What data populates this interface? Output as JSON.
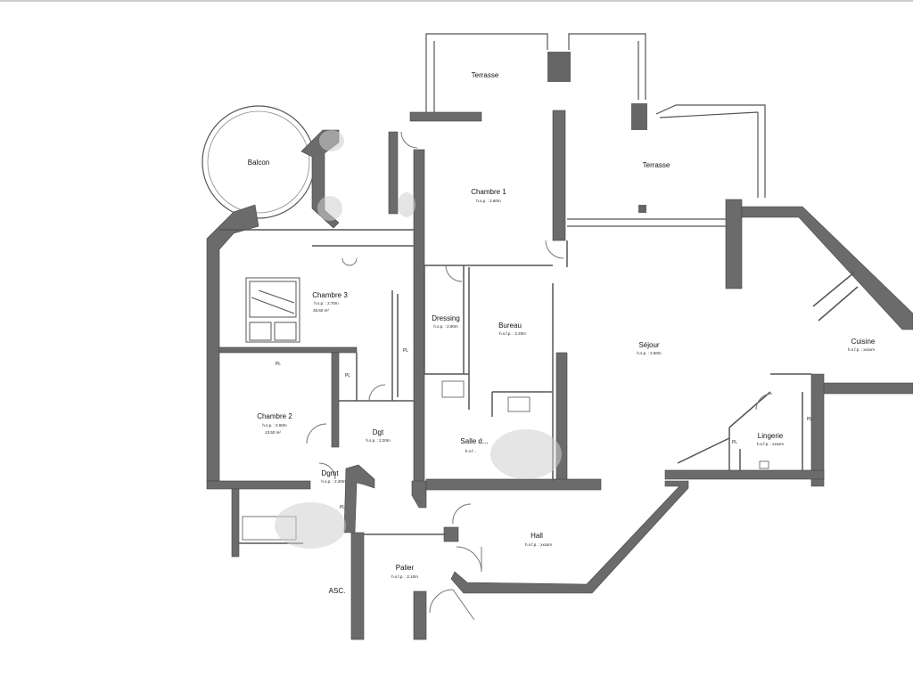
{
  "rooms": {
    "terrasse_1": {
      "name": "Terrasse"
    },
    "terrasse_2": {
      "name": "Terrasse"
    },
    "balcon": {
      "name": "Balcon"
    },
    "chambre_1": {
      "name": "Chambre 1",
      "height": "h.s.p. : 2.60m"
    },
    "chambre_3": {
      "name": "Chambre 3",
      "height": "h.s.p. : 2.70m",
      "area": "25.60 m²"
    },
    "dressing": {
      "name": "Dressing",
      "height": "h.s.p. : 2.60m"
    },
    "bureau": {
      "name": "Bureau",
      "height": "h.s.f.p. : 2.20m"
    },
    "sejour": {
      "name": "Séjour",
      "height": "h.s.p. : 2.60m"
    },
    "cuisine": {
      "name": "Cuisine",
      "height": "h.s.f.p. : xxxxm"
    },
    "chambre_2": {
      "name": "Chambre 2",
      "height": "h.s.p. : 2.60m",
      "area": "13.50 m²"
    },
    "dgt": {
      "name": "Dgt",
      "height": "h.s.p. : 2.20m"
    },
    "salle": {
      "name": "Salle d...",
      "height": "h.s.f..."
    },
    "lingerie": {
      "name": "Lingerie",
      "height": "h.s.f.p. : xxxxm"
    },
    "dgmt": {
      "name": "Dgmt",
      "height": "h.s.p. : 2.20m"
    },
    "hall": {
      "name": "Hall",
      "height": "h.s.f.p. : xxxxm"
    },
    "palier": {
      "name": "Palier",
      "height": "h.s.f.p. : 2.10m"
    }
  },
  "markers": {
    "pl": "PL",
    "asc": "ASC."
  }
}
